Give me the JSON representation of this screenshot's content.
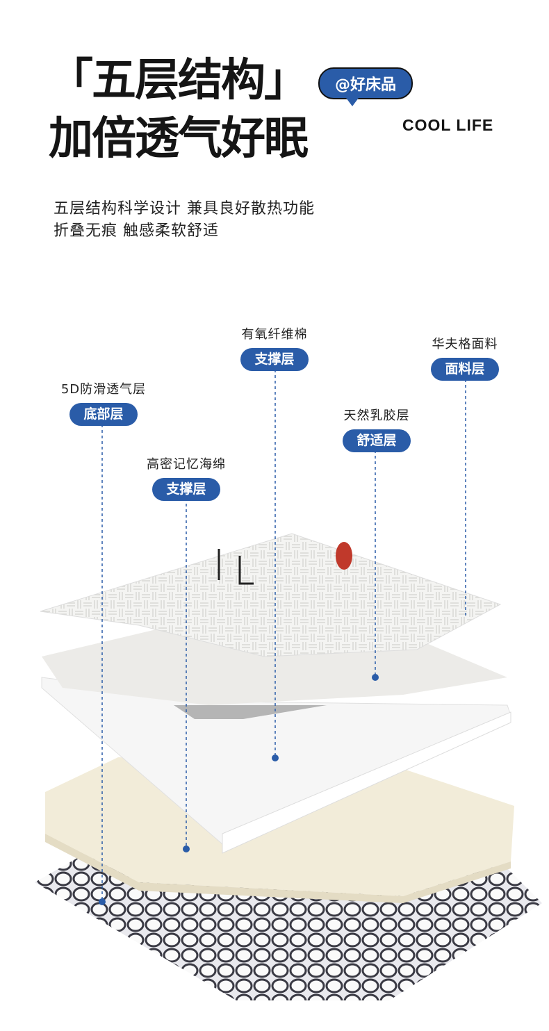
{
  "header": {
    "title_line1": "「五层结构」",
    "title_line2": "加倍透气好眠",
    "brand_badge": "@好床品",
    "tagline": "COOL LIFE"
  },
  "subtitle": {
    "line1": "五层结构科学设计 兼具良好散热功能",
    "line2": "折叠无痕 触感柔软舒适"
  },
  "layers": [
    {
      "caption": "华夫格面料",
      "tag": "面料层"
    },
    {
      "caption": "天然乳胶层",
      "tag": "舒适层"
    },
    {
      "caption": "有氧纤维棉",
      "tag": "支撑层"
    },
    {
      "caption": "高密记忆海绵",
      "tag": "支撑层"
    },
    {
      "caption": "5D防滑透气层",
      "tag": "底部层"
    }
  ],
  "colors": {
    "accent": "#2a5ca8",
    "text": "#151515"
  }
}
